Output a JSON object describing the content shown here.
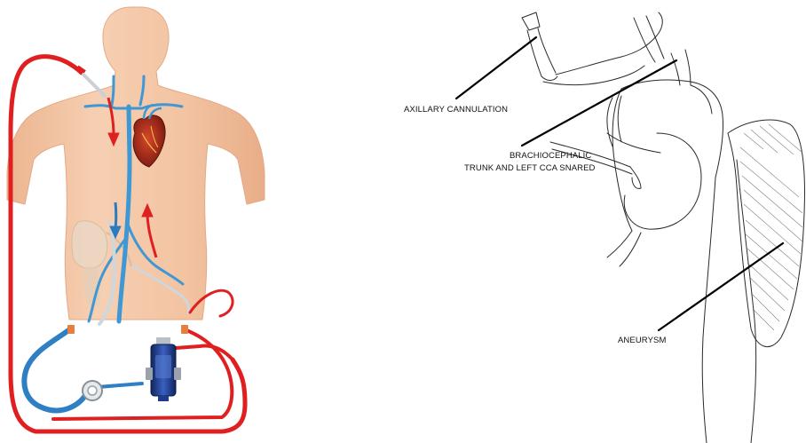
{
  "colors": {
    "skin": "#f3c7a6",
    "skin_shadow": "#e9b38e",
    "venous_blue": "#3f97d4",
    "arterial_red": "#e02020",
    "pump_blue": "#1d3a8c",
    "line_art": "#2a2a2a"
  },
  "icons": {
    "heart": "heart-icon",
    "pump": "ecmo-pump-icon",
    "centrifugal_head": "centrifugal-pump-head-icon",
    "flow_arrows": "flow-arrow-icon"
  },
  "labels": {
    "axillary": "AXILLARY CANNULATION",
    "brachio_line1": "BRACHIOCEPHALIC",
    "brachio_line2": "TRUNK AND LEFT CCA SNARED",
    "aneurysm": "ANEURYSM"
  }
}
